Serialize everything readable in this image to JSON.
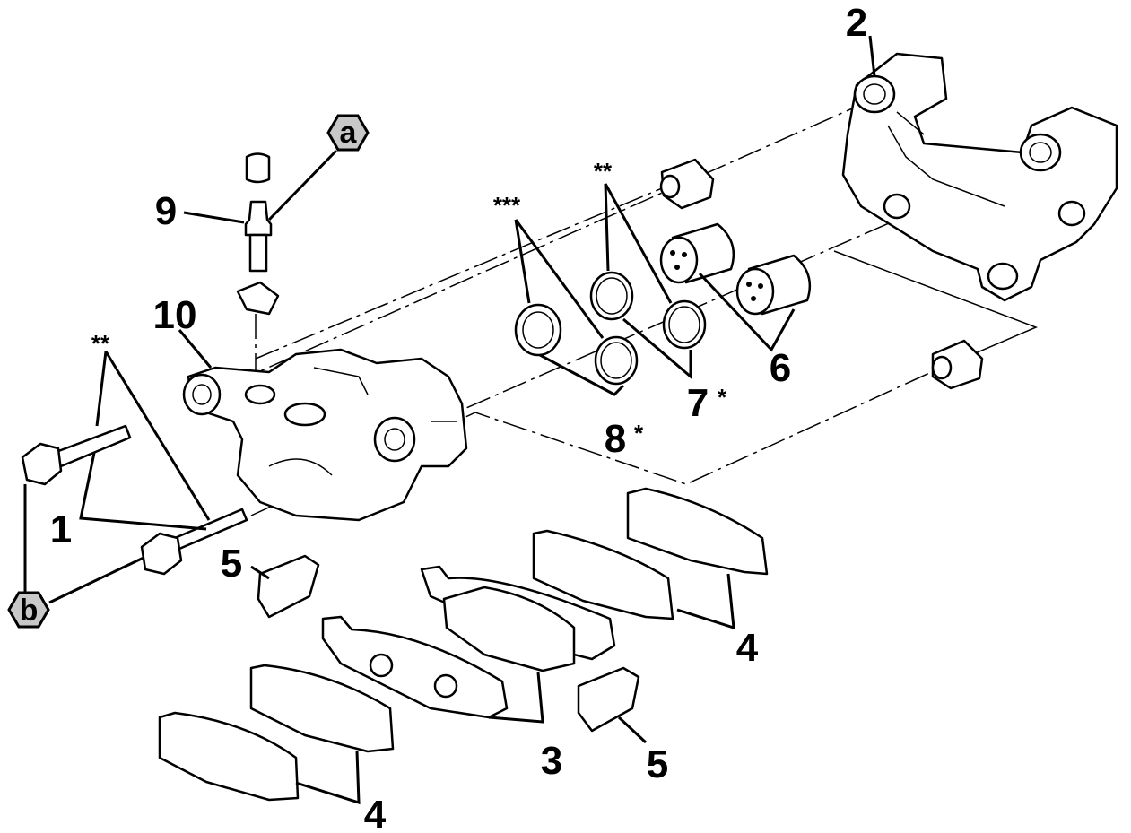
{
  "diagram": {
    "labels": {
      "part1": "1",
      "part2": "2",
      "part3": "3",
      "part4a": "4",
      "part4b": "4",
      "part5a": "5",
      "part5b": "5",
      "part6": "6",
      "part7": "7",
      "part8": "8",
      "part9": "9",
      "part10": "10"
    },
    "asterisks": {
      "bolts": "**",
      "seals7": "**",
      "seals8": "***",
      "mark7": "*",
      "mark8": "*"
    },
    "callouts": {
      "a": "a",
      "b": "b"
    }
  }
}
